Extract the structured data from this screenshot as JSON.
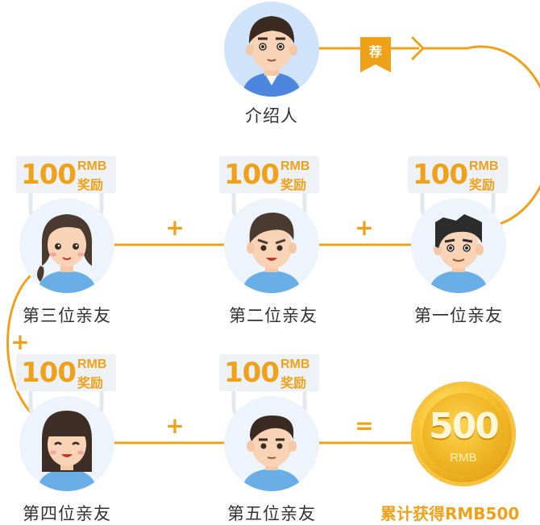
{
  "introducer": {
    "label": "介绍人"
  },
  "tag_label": "荐",
  "reward": {
    "amount": "100",
    "unit": "RMB",
    "word": "奖励"
  },
  "friends": [
    {
      "label": "第一位亲友"
    },
    {
      "label": "第二位亲友"
    },
    {
      "label": "第三位亲友"
    },
    {
      "label": "第四位亲友"
    },
    {
      "label": "第五位亲友"
    }
  ],
  "operators": {
    "plus": "+",
    "equals": "="
  },
  "coin": {
    "amount": "500",
    "unit": "RMB"
  },
  "total_label": "累计获得RMB500",
  "colors": {
    "accent": "#f0a11a",
    "shirt": "#6aaee8",
    "skin": "#f8d3b5",
    "hair": "#4a3a30"
  }
}
